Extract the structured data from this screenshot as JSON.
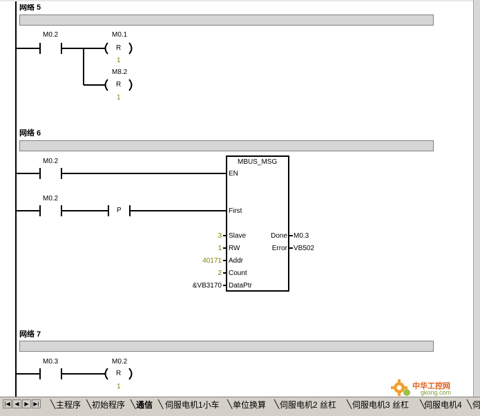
{
  "networks": [
    {
      "title": "网络 5",
      "contacts": [
        {
          "label": "M0.2"
        }
      ],
      "coils": [
        {
          "label": "M0.1",
          "symbol": "R",
          "value": "1"
        },
        {
          "label": "M8.2",
          "symbol": "R",
          "value": "1"
        }
      ]
    },
    {
      "title": "网络 6",
      "contacts": [
        {
          "label": "M0.2"
        },
        {
          "label": "M0.2"
        }
      ],
      "edge": "P",
      "block": {
        "name": "MBUS_MSG",
        "inputs": [
          {
            "pin": "EN",
            "value": ""
          },
          {
            "pin": "First",
            "value": ""
          },
          {
            "pin": "Slave",
            "value": "3"
          },
          {
            "pin": "RW",
            "value": "1"
          },
          {
            "pin": "Addr",
            "value": "40171"
          },
          {
            "pin": "Count",
            "value": "2"
          },
          {
            "pin": "DataPtr",
            "value": "&VB3170"
          }
        ],
        "outputs": [
          {
            "pin": "Done",
            "value": "M0.3"
          },
          {
            "pin": "Error",
            "value": "VB502"
          }
        ]
      }
    },
    {
      "title": "网络 7",
      "contacts": [
        {
          "label": "M0.3"
        }
      ],
      "coils": [
        {
          "label": "M0.2",
          "symbol": "R",
          "value": "1"
        }
      ]
    }
  ],
  "tabs": {
    "nav": [
      "|◀",
      "◀",
      "▶",
      "▶|"
    ],
    "items": [
      "主程序",
      "初始程序",
      "通信",
      "伺服电机1小车",
      "单位换算",
      "伺服电机2 丝杠",
      "伺服电机3 丝杠",
      "伺服电机4",
      "伺"
    ],
    "active_index": 2
  },
  "watermark": {
    "text": "中华工控网",
    "sub": "gkong.com"
  }
}
